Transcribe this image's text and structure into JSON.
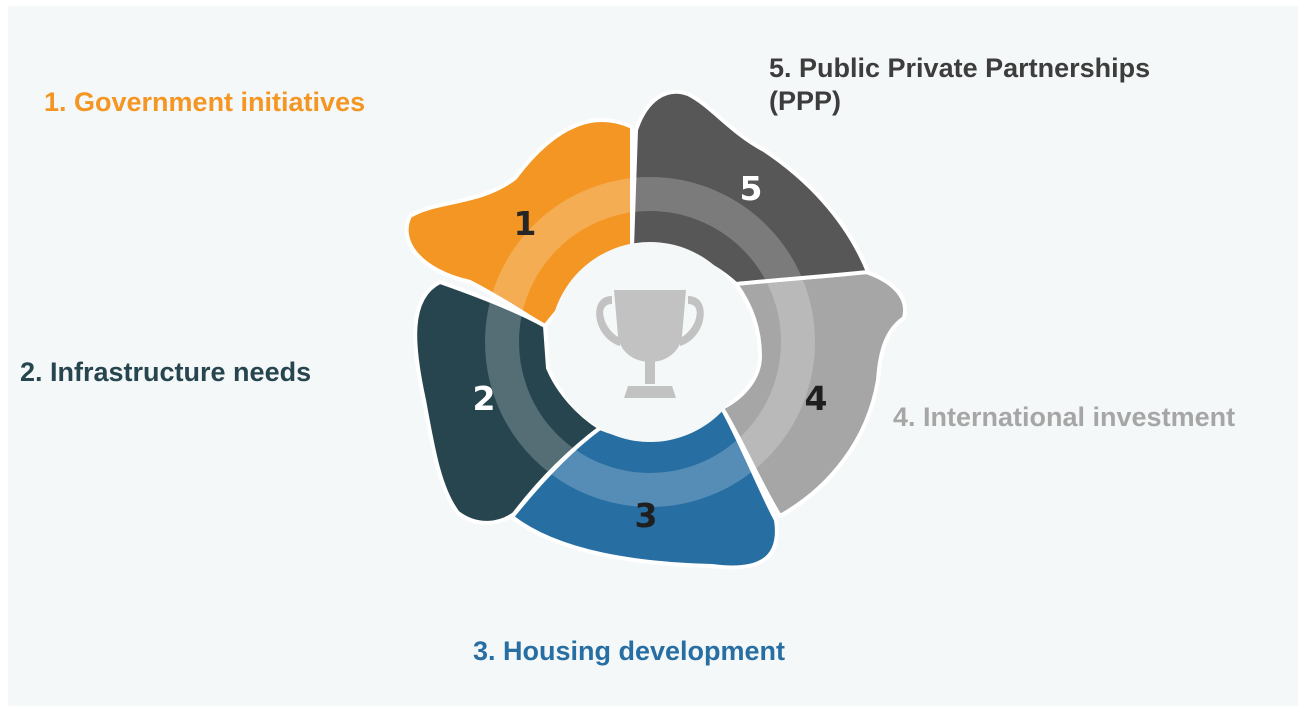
{
  "segments": [
    {
      "number": "1",
      "label": "1. Government initiatives",
      "color": "#f39624",
      "label_color": "#f39624",
      "number_color": "#262626"
    },
    {
      "number": "2",
      "label": "2. Infrastructure needs",
      "color": "#26454f",
      "label_color": "#26454f",
      "number_color": "#ffffff"
    },
    {
      "number": "3",
      "label": "3. Housing development",
      "color": "#276ea3",
      "label_color": "#276ea3",
      "number_color": "#1f1f1f"
    },
    {
      "number": "4",
      "label": "4. International investment",
      "color": "#a6a6a6",
      "label_color": "#a6a6a6",
      "number_color": "#1f1f1f"
    },
    {
      "number": "5",
      "label_line1": "5. Public Private Partnerships",
      "label_line2": "(PPP)",
      "color": "#575757",
      "label_color": "#3d3d3d",
      "number_color": "#ffffff"
    }
  ],
  "center_icon": "trophy-icon",
  "center_icon_color": "#c2c2c2"
}
